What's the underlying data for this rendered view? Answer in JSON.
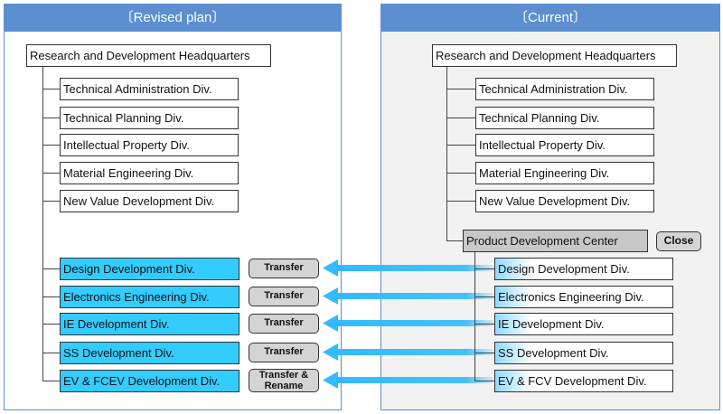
{
  "colors": {
    "panel_border": "#5b8fd0",
    "header_fill": "#5b8fd0",
    "moved_division_fill": "#33ccff",
    "center_fill": "#c8c8c8",
    "badge_fill": "#d4d4d4",
    "arrow_color": "#33bbff"
  },
  "left": {
    "title": "〔Revised plan〕",
    "hq": "Research and Development Headquarters",
    "divisions": [
      "Technical Administration Div.",
      "Technical Planning Div.",
      "Intellectual Property Div.",
      "Material Engineering Div.",
      "New Value Development Div."
    ],
    "moved": [
      "Design Development Div.",
      "Electronics Engineering Div.",
      "IE Development Div.",
      "SS Development Div.",
      "EV & FCEV Development Div."
    ],
    "badges": [
      "Transfer",
      "Transfer",
      "Transfer",
      "Transfer",
      "Transfer &",
      "Rename"
    ]
  },
  "right": {
    "title": "〔Current〕",
    "hq": "Research and Development Headquarters",
    "divisions": [
      "Technical Administration Div.",
      "Technical Planning Div.",
      "Intellectual Property Div.",
      "Material Engineering Div.",
      "New Value Development Div."
    ],
    "center": "Product Development Center",
    "close_label": "Close",
    "center_divisions": [
      "Design Development Div.",
      "Electronics Engineering Div.",
      "IE Development Div.",
      "SS Development Div.",
      "EV & FCV Development Div."
    ]
  }
}
